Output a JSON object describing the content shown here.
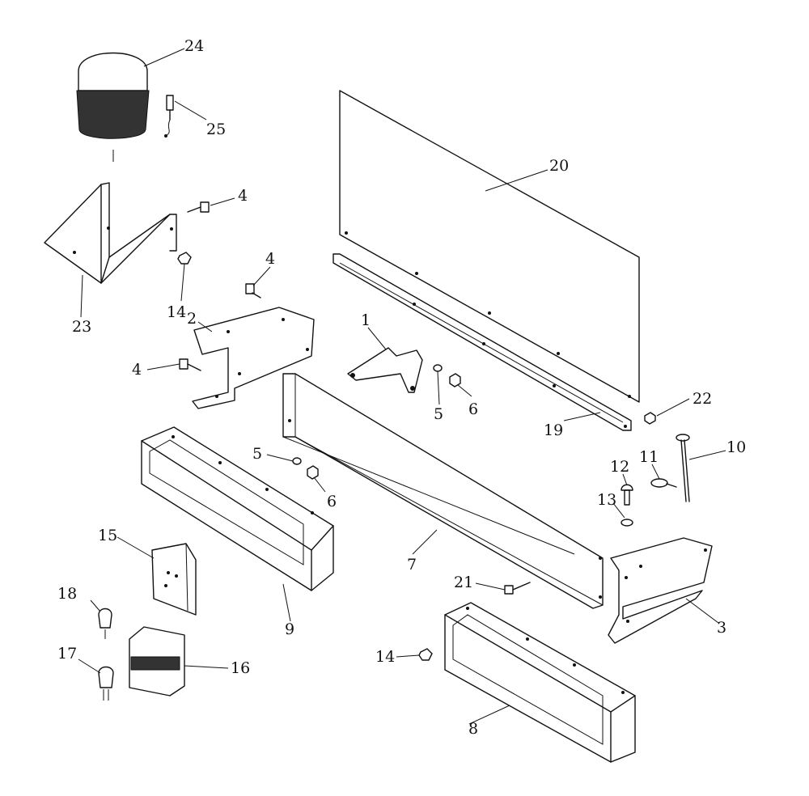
{
  "callouts": [
    "1",
    "2",
    "3",
    "4",
    "4",
    "4",
    "5",
    "5",
    "6",
    "6",
    "7",
    "8",
    "9",
    "10",
    "11",
    "12",
    "13",
    "14",
    "14",
    "15",
    "16",
    "17",
    "18",
    "19",
    "20",
    "21",
    "22",
    "23",
    "24",
    "25"
  ]
}
